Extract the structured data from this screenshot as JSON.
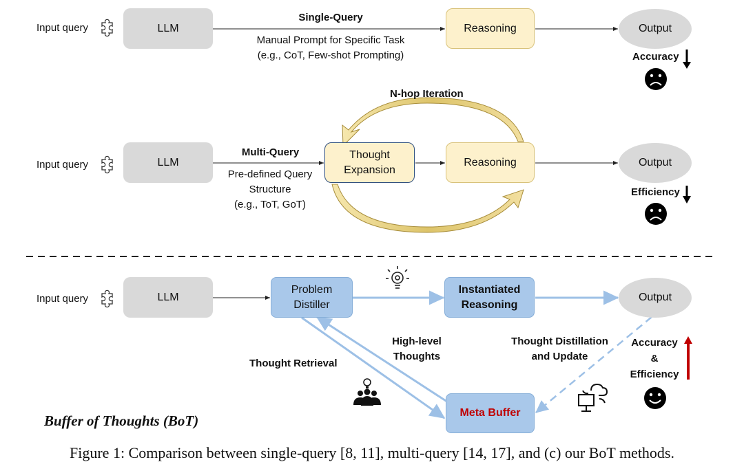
{
  "row1": {
    "input_query": "Input query",
    "llm": "LLM",
    "method_title": "Single-Query",
    "method_desc_1": "Manual Prompt for Specific Task",
    "method_desc_2": "(e.g., CoT, Few-shot  Prompting)",
    "reasoning": "Reasoning",
    "output": "Output",
    "metric": "Accuracy"
  },
  "row2": {
    "input_query": "Input query",
    "llm": "LLM",
    "method_title": "Multi-Query",
    "method_desc_1": "Pre-defined Query",
    "method_desc_2": "Structure",
    "method_desc_3": "(e.g., ToT, GoT)",
    "iteration": "N-hop Iteration",
    "thought_expansion_1": "Thought",
    "thought_expansion_2": "Expansion",
    "reasoning": "Reasoning",
    "output": "Output",
    "metric": "Efficiency"
  },
  "row3": {
    "input_query": "Input query",
    "llm": "LLM",
    "problem_distiller_1": "Problem",
    "problem_distiller_2": "Distiller",
    "instantiated_1": "Instantiated",
    "instantiated_2": "Reasoning",
    "output": "Output",
    "high_level_1": "High-level",
    "high_level_2": "Thoughts",
    "thought_retrieval": "Thought Retrieval",
    "distillation_1": "Thought Distillation",
    "distillation_2": "and Update",
    "meta_buffer": "Meta Buffer",
    "metric_1": "Accuracy",
    "metric_2": "&",
    "metric_3": "Efficiency",
    "bot_title": "Buffer of Thoughts (BoT)"
  },
  "caption": "Figure 1: Comparison between single-query [8, 11], multi-query [14, 17], and (c) our BoT methods.",
  "colors": {
    "llm_gray": "#d9d9d9",
    "reasoning_fill": "#fdf1cc",
    "blue_box": "#a9c8ea",
    "meta_buffer_text": "#c00000",
    "up_arrow": "#c00000",
    "blue_arrow": "#a9c8ea"
  },
  "icons": [
    "puzzle-icon",
    "lightbulb-gear-icon",
    "users-idea-icon",
    "computer-sync-icon",
    "sad-face-icon",
    "happy-face-icon",
    "down-arrow-icon",
    "up-arrow-icon"
  ]
}
